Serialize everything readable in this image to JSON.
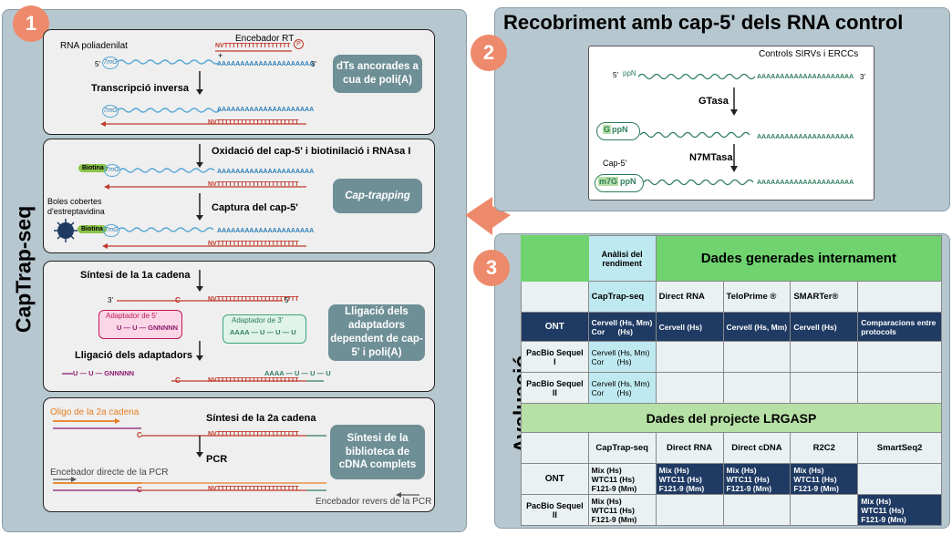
{
  "panel1": {
    "number": "1",
    "side_title": "CapTrap-seq",
    "box1": {
      "rna_label": "RNA poliadenilat",
      "primer_label": "Encebador RT",
      "prime5": "5'",
      "prime3": "3'",
      "cap": "7mG",
      "poly_a": "AAAAAAAAAAAAAAAAAAAAA",
      "plus": "+",
      "nvt_primer": "NVTTTTTTTTTTTTTTTTT",
      "p": "P",
      "step": "Transcripció inversa",
      "tag": "dTs ancorades a cua de poli(A)",
      "nvt2": "NVTTTTTTTTTTTTTTTTTTTTT",
      "poly_a2": "AAAAAAAAAAAAAAAAAAAAA"
    },
    "box2": {
      "step1": "Oxidació del cap-5' i biotinilació i RNAsa I",
      "biotin": "Biotina",
      "cap": "7mG",
      "poly_a": "AAAAAAAAAAAAAAAAAAAAA",
      "nvt": "NVTTTTTTTTTTTTTTTTTTTTT",
      "tag": "Cap-trapping",
      "beads": "Boles cobertes d'estreptavidina",
      "step2": "Captura del cap-5'"
    },
    "box3": {
      "step1": "Síntesi de la 1a cadena",
      "three": "3'",
      "c": "C",
      "nvt": "NVTTTTTTTTTTTTTTTTTTTTT",
      "five": "5'",
      "adaptor5": "Adaptador de 5'",
      "adaptor5_seq": "U — U — GNNNNN",
      "adaptor3": "Adaptador de 3'",
      "adaptor3_seq": "AAAA — U — U — U",
      "tag": "Lligació dels adaptadors dependent de cap-5' i poli(A)",
      "step2": "Lligació dels adaptadors",
      "lig5": "U — U — GNNNNN",
      "lig3": "AAAA — U — U — U"
    },
    "box4": {
      "oligo": "Oligo de la 2a cadena",
      "step1": "Síntesi de la 2a cadena",
      "tag": "Síntesi de la biblioteca de cDNA complets",
      "step2": "PCR",
      "fwd": "Encebador directe de la PCR",
      "rev": "Encebador revers de la PCR",
      "c": "C",
      "nvt": "NVTTTTTTTTTTTTTTTTTTTTT"
    }
  },
  "panel2": {
    "number": "2",
    "title": "Recobriment amb cap-5' dels RNA control",
    "controls": "Controls SIRVs i ERCCs",
    "prime5": "5'",
    "ppN": "ppN",
    "prime3": "3'",
    "poly_a": "AAAAAAAAAAAAAAAAAAAAA",
    "step1": "GTasa",
    "gppN_g": "G",
    "gppN_rest": "ppN",
    "step2": "N7MTasa",
    "cap_label": "Cap-5'",
    "m7g": "m7G",
    "m7g_rest": "ppN"
  },
  "panel3": {
    "number": "3",
    "side_title": "Avaluació",
    "perf_header": "Anàlisi del rendiment",
    "internal_header": "Dades generades internament",
    "internal_cols": [
      "CapTrap-seq",
      "Direct RNA",
      "TeloPrime ®",
      "SMARTer®",
      ""
    ],
    "internal_rows": [
      {
        "label": "ONT",
        "cells": [
          "Cervell (Hs, Mm)\nCor      (Hs)",
          "Cervell (Hs)",
          "Cervell (Hs, Mm)",
          "Cervell (Hs)",
          "Comparacions entre protocols"
        ]
      },
      {
        "label": "PacBio Sequel I",
        "cells": [
          "Cervell (Hs, Mm)\nCor      (Hs)",
          "",
          "",
          "",
          ""
        ]
      },
      {
        "label": "PacBio Sequel II",
        "cells": [
          "Cervell (Hs, Mm)\nCor      (Hs)",
          "",
          "",
          "",
          ""
        ]
      }
    ],
    "lrgasp_header": "Dades del projecte LRGASP",
    "lrgasp_cols": [
      "CapTrap-seq",
      "Direct RNA",
      "Direct cDNA",
      "R2C2",
      "SmartSeq2"
    ],
    "lrgasp_rows": [
      {
        "label": "ONT",
        "cells": [
          "Mix (Hs)\nWTC11 (Hs)\nF121-9 (Mm)",
          "Mix (Hs)\nWTC11 (Hs)\nF121-9 (Mm)",
          "Mix (Hs)\nWTC11 (Hs)\nF121-9 (Mm)",
          "Mix (Hs)\nWTC11 (Hs)\nF121-9 (Mm)",
          ""
        ]
      },
      {
        "label": "PacBio Sequel II",
        "cells": [
          "Mix (Hs)\nWTC11 (Hs)\nF121-9 (Mm)",
          "",
          "",
          "",
          "Mix (Hs)\nWTC11 (Hs)\nF121-9 (Mm)"
        ]
      }
    ]
  },
  "colors": {
    "panel_bg": "#b7c7cf",
    "accent_orange": "#ee8a6c",
    "teal_tag": "#6e8f96",
    "rna_blue": "#5aa9d6",
    "cdna_red": "#c0392b",
    "navy": "#1f3a63",
    "green_header": "#6fd36f"
  }
}
